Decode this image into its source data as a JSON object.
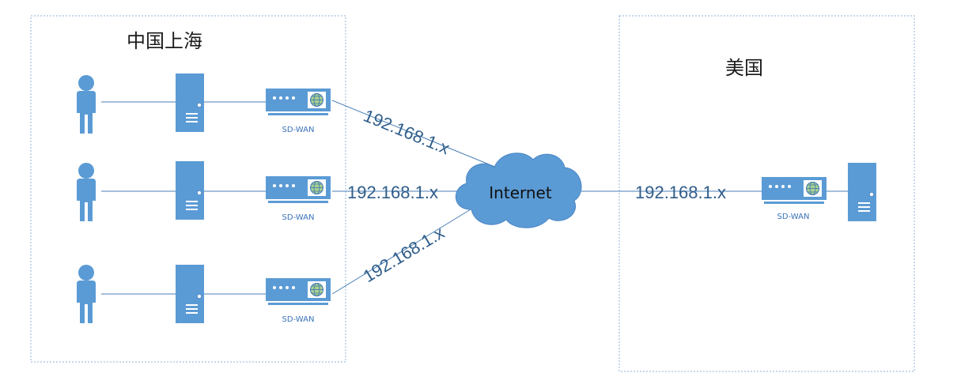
{
  "regions": {
    "shanghai": {
      "title": "中国上海"
    },
    "usa": {
      "title": "美国"
    }
  },
  "cloud": {
    "label": "Internet"
  },
  "links": {
    "top": "192.168.1.x",
    "middle": "192.168.1.x",
    "bottom": "192.168.1.x",
    "usa": "192.168.1.x"
  },
  "devices": {
    "sdwan_caption": "SD-WAN"
  },
  "colors": {
    "device_fill": "#5b9bd5",
    "device_dark": "#3b73b9",
    "cloud_fill": "#5b9bd5",
    "link_line": "#4a7fb5",
    "region_border": "#8fb3d9",
    "globe_fill": "#a9d18e"
  },
  "icons": {
    "user": "user-icon",
    "server": "server-icon",
    "router": "sdwan-router-icon",
    "globe": "globe-icon",
    "cloud": "cloud-icon"
  }
}
